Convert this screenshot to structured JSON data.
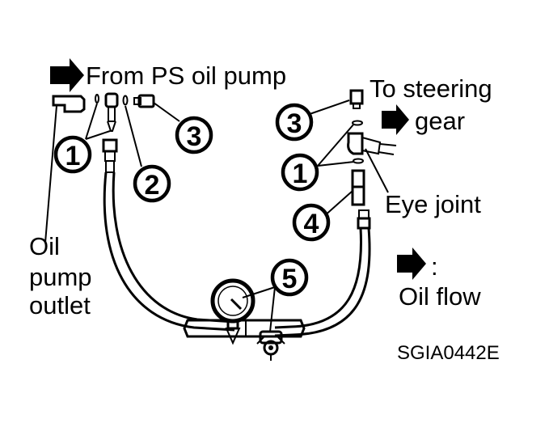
{
  "labels": {
    "from_pump": "From PS oil pump",
    "to_gear_line1": "To steering",
    "to_gear_line2": "gear",
    "eye_joint": "Eye joint",
    "oil_outlet_line1": "Oil",
    "oil_outlet_line2": "pump",
    "oil_outlet_line3": "outlet",
    "legend_colon": ":",
    "legend_text": "Oil flow",
    "figure_code": "SGIA0442E"
  },
  "callouts": {
    "left_1": "1",
    "left_2": "2",
    "left_3": "3",
    "right_3": "3",
    "right_1": "1",
    "right_4": "4",
    "gauge_5": "5"
  },
  "icons": {
    "flow_arrow": "arrow-right-icon",
    "gauge": "pressure-gauge-icon",
    "valve": "shutoff-valve-icon"
  }
}
